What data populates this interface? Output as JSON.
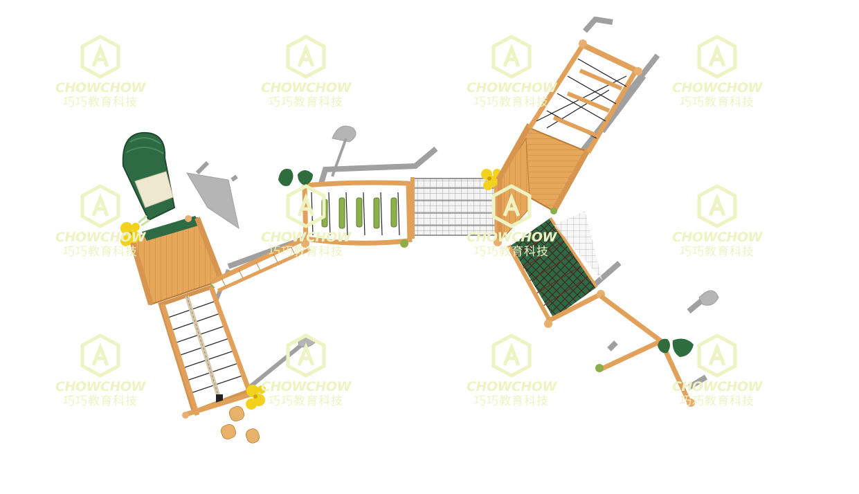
{
  "image": {
    "subject": "wooden-playground-structure",
    "watermark": {
      "brand_en": "CHOWCHOW",
      "brand_cn": "巧巧教育科技"
    },
    "colors": {
      "background": "#ffffff",
      "wood": "#e6a75a",
      "wood_dark": "#c47a30",
      "slide_green": "#2e6b45",
      "net_dark": "#2b2b2b",
      "net_grey": "#a8a8a8",
      "shadow": "#a9a9a9",
      "yellow_deco": "#f2d21c",
      "leaf_green": "#2f6d3e",
      "watermark": "#eef3c4"
    }
  }
}
